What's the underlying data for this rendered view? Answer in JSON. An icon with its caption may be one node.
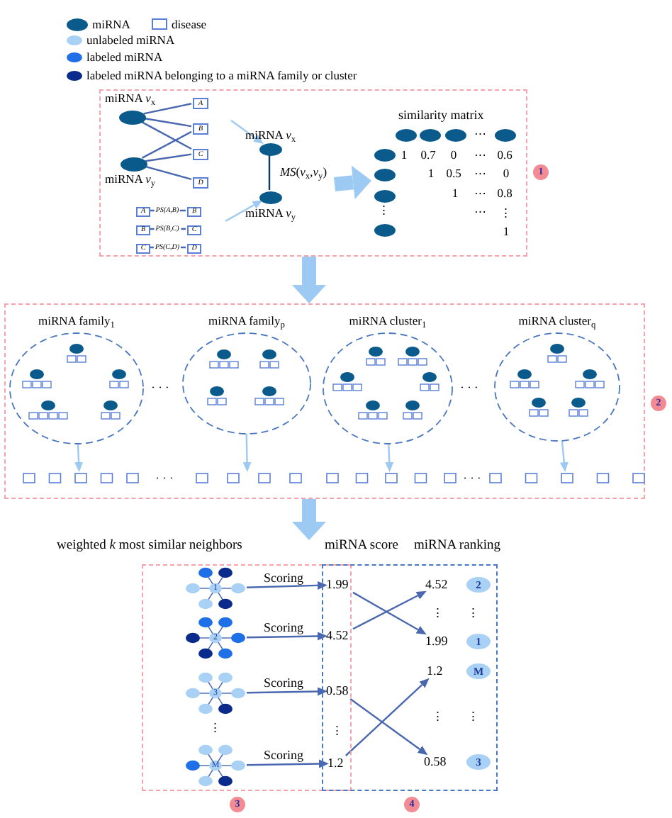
{
  "diagram": {
    "nodes": [
      {
        "text": [],
        "shape": "box",
        "beside": [
          "1"
        ]
      },
      {
        "text": [
          "miRNA *v*$_{x}$"
        ],
        "in": 0
      },
      {
        "text": [
          "A"
        ],
        "in": 0
      },
      {
        "text": [
          "B"
        ],
        "in": 0
      },
      {
        "text": [
          "C"
        ],
        "in": 0
      },
      {
        "text": [
          "D"
        ],
        "in": 0
      },
      {
        "text": [
          "miRNA *v*$_{y}$"
        ],
        "in": 0
      },
      {
        "text": [
          "A"
        ],
        "in": 0
      },
      {
        "text": [
          "B"
        ],
        "in": 0
      },
      {
        "text": [
          "B"
        ],
        "in": 0
      },
      {
        "text": [
          "C"
        ],
        "in": 0
      },
      {
        "text": [
          "C"
        ],
        "in": 0
      },
      {
        "text": [
          "D"
        ],
        "in": 0
      },
      {
        "text": [
          "miRNA *v*$_{x}$"
        ],
        "in": 0
      },
      {
        "text": [
          "miRNA *v*$_{y}$"
        ],
        "in": 0
      },
      {
        "text": [
          "similarity matrix"
        ],
        "in": 0
      },
      {
        "text": [],
        "shape": "box",
        "beside": [
          "2"
        ]
      },
      {
        "text": [
          "miRNA family$_{1}$"
        ],
        "in": 16
      },
      {
        "text": [
          "miRNA family$_{p}$"
        ],
        "in": 16
      },
      {
        "text": [
          "miRNA cluster$_{1}$"
        ],
        "in": 16
      },
      {
        "text": [
          "miRNA cluster$_{q}$"
        ],
        "in": 16
      },
      {
        "text": [],
        "shape": "box",
        "in": 16
      },
      {
        "text": [],
        "shape": "box",
        "in": 16
      },
      {
        "text": [],
        "shape": "box",
        "in": 16
      },
      {
        "text": [],
        "shape": "box",
        "in": 16
      },
      {
        "text": [
          "weighted *k* most similar neighbors"
        ],
        "beside": [
          "3"
        ]
      },
      {
        "text": [
          "miRNA score",
          "miRNA ranking"
        ],
        "beside": [
          "4"
        ]
      },
      {
        "text": [
          "1"
        ],
        "in": 25
      },
      {
        "text": [
          "2"
        ],
        "in": 25
      },
      {
        "text": [
          "3"
        ],
        "in": 25
      },
      {
        "text": [
          "M"
        ],
        "in": 25
      },
      {
        "text": [
          "1.99"
        ]
      },
      {
        "text": [
          "4.52"
        ]
      },
      {
        "text": [
          "0.58"
        ]
      },
      {
        "text": [
          "1.2"
        ]
      },
      {
        "text": [
          "4.52"
        ],
        "in": 26
      },
      {
        "text": [
          "1.99"
        ],
        "in": 26
      },
      {
        "text": [
          "1.2"
        ],
        "in": 26
      },
      {
        "text": [
          "0.58"
        ],
        "in": 26
      },
      {
        "text": [
          "2"
        ],
        "in": 26
      },
      {
        "text": [
          "1"
        ],
        "in": 26
      },
      {
        "text": [
          "M"
        ],
        "in": 26
      },
      {
        "text": [
          "3"
        ],
        "in": 26
      }
    ],
    "edges": [
      {
        "from": 1,
        "to": 2,
        "arrow": "none"
      },
      {
        "from": 1,
        "to": 3,
        "arrow": "none"
      },
      {
        "from": 1,
        "to": 4,
        "arrow": "none"
      },
      {
        "from": 6,
        "to": 3,
        "arrow": "none"
      },
      {
        "from": 6,
        "to": 4,
        "arrow": "none"
      },
      {
        "from": 6,
        "to": 5,
        "arrow": "none"
      },
      {
        "from": 7,
        "to": 8,
        "arrow": "none",
        "label": "PS(A,B)"
      },
      {
        "from": 9,
        "to": 10,
        "arrow": "none",
        "label": "PS(B,C)"
      },
      {
        "from": 11,
        "to": 12,
        "arrow": "none",
        "label": "PS(C,D)"
      },
      {
        "from": null,
        "to": 13,
        "arrow": "to",
        "color": "#9ccaf2"
      },
      {
        "from": null,
        "to": 14,
        "arrow": "to",
        "color": "#9ccaf2"
      },
      {
        "from": 13,
        "to": 14,
        "arrow": "none",
        "label": "*MS*(*v*$_{x}$,*v*$_{y}$)",
        "color": "#0b3a66"
      },
      {
        "from": null,
        "to": 15,
        "arrow": "to",
        "style": "thick",
        "color": "#9ccaf2"
      },
      {
        "from": 0,
        "to": 16,
        "arrow": "to",
        "style": "thick",
        "color": "#9ccaf2"
      },
      {
        "from": 17,
        "to": 21,
        "arrow": "to",
        "color": "#9ccaf2"
      },
      {
        "from": 18,
        "to": 22,
        "arrow": "to",
        "color": "#9ccaf2"
      },
      {
        "from": 19,
        "to": 23,
        "arrow": "to",
        "color": "#9ccaf2"
      },
      {
        "from": 20,
        "to": 24,
        "arrow": "to",
        "color": "#9ccaf2"
      },
      {
        "from": 16,
        "to": 25,
        "arrow": "to",
        "style": "thick",
        "color": "#9ccaf2"
      },
      {
        "from": 27,
        "to": 31,
        "arrow": "to",
        "label": "Scoring"
      },
      {
        "from": 28,
        "to": 32,
        "arrow": "to",
        "label": "Scoring"
      },
      {
        "from": 29,
        "to": 33,
        "arrow": "to",
        "label": "Scoring"
      },
      {
        "from": 30,
        "to": 34,
        "arrow": "to",
        "label": "Scoring"
      },
      {
        "from": 31,
        "to": 36,
        "arrow": "to"
      },
      {
        "from": 32,
        "to": 35,
        "arrow": "to"
      },
      {
        "from": 33,
        "to": 38,
        "arrow": "to"
      },
      {
        "from": 34,
        "to": 37,
        "arrow": "to"
      }
    ],
    "labels": [
      "⋯",
      "1",
      "0.7",
      "0",
      "⋯",
      "0.6",
      "1",
      "0.5",
      "⋯",
      "0",
      "1",
      "⋯",
      "0.8",
      "⋯",
      "⋮",
      "1",
      "⋮",
      "· · ·",
      "· · ·",
      "· · ·",
      "· · ·",
      "⋮",
      "⋮",
      "⋮",
      "⋮",
      "⋮",
      "⋮"
    ],
    "legend": [
      {
        "text": "miRNA",
        "color": "#0b5a8c"
      },
      {
        "text": "disease"
      },
      {
        "text": "unlabeled miRNA",
        "color": "#a9d0f5"
      },
      {
        "text": "labeled miRNA",
        "color": "#1f6fe6"
      },
      {
        "text": "labeled miRNA belonging to a miRNA family or cluster",
        "color": "#0a2a8c"
      }
    ]
  }
}
